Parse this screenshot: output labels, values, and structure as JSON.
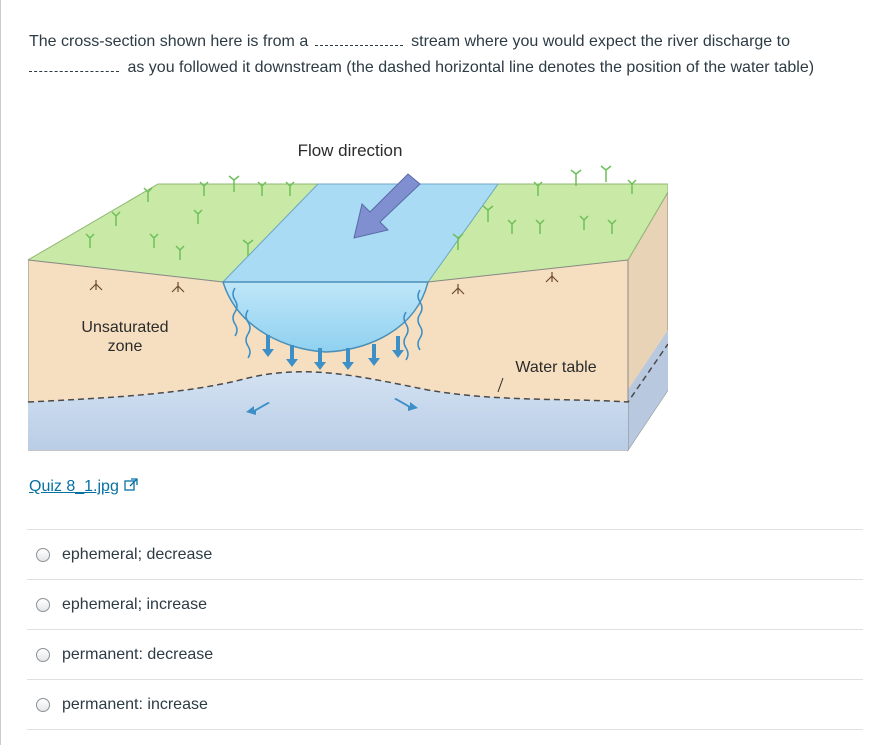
{
  "question": {
    "text_part1": "The cross-section shown here is from a",
    "text_part2": "stream where you  would expect the river discharge to",
    "text_part3": "as you followed it downstream (the dashed horizontal line denotes the position of the water table)"
  },
  "figure": {
    "labels": {
      "flow_direction": "Flow direction",
      "unsaturated_line1": "Unsaturated",
      "unsaturated_line2": "zone",
      "water_table": "Water table"
    }
  },
  "attachment": {
    "link_text": "Quiz 8_1.jpg",
    "icon": "external-link-icon"
  },
  "answers": [
    {
      "label": "ephemeral; decrease",
      "selected": false
    },
    {
      "label": "ephemeral; increase",
      "selected": false
    },
    {
      "label": "permanent: decrease",
      "selected": false
    },
    {
      "label": "permanent: increase",
      "selected": false
    }
  ],
  "colors": {
    "link": "#0770a3",
    "grass": "#c9e9a6",
    "soil": "#f6dfc0",
    "groundwater": "#c7d8ec",
    "stream": "#a9dcf4"
  }
}
